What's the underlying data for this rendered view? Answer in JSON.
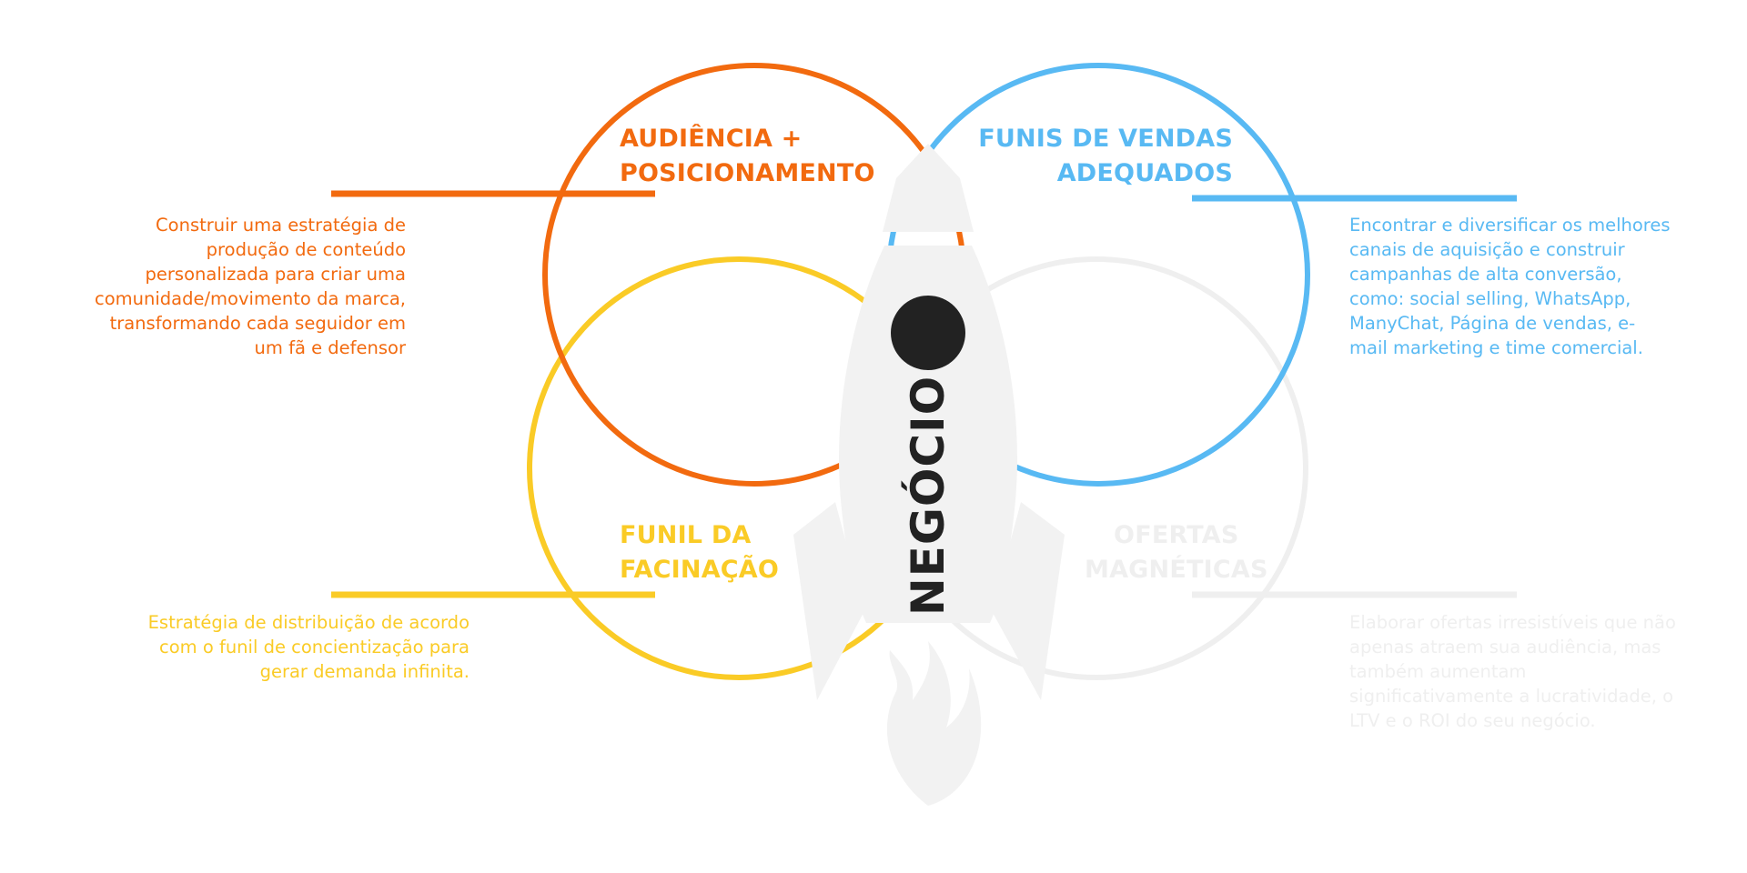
{
  "colors": {
    "orange": "#F26A0F",
    "blue": "#58B9F3",
    "yellow": "#FACB26",
    "light_gray": "#EFEFEF",
    "rocket_body": "#F2F2F2",
    "dark": "#222222"
  },
  "center_label": "NEGÓCIO",
  "sections": {
    "audiencia": {
      "title_lines": [
        "AUDIÊNCIA +",
        "POSICIONAMENTO"
      ],
      "description_lines": [
        "Construir uma estratégia de",
        "produção de conteúdo",
        "personalizada para criar uma",
        "comunidade/movimento da marca,",
        "transformando cada seguidor em",
        "um fã e defensor"
      ]
    },
    "funis": {
      "title_lines": [
        "FUNIS DE VENDAS",
        "ADEQUADOS"
      ],
      "description_lines": [
        "Encontrar e diversificar os melhores",
        "canais de aquisição e construir",
        "campanhas de alta conversão,",
        "como: social selling, WhatsApp,",
        "ManyChat, Página de vendas, e-",
        "mail marketing e time comercial."
      ]
    },
    "funil": {
      "title_lines": [
        "FUNIL DA",
        "FACINAÇÃO"
      ],
      "description_lines": [
        "Estratégia de distribuição de acordo",
        "com o funil de concientização para",
        "gerar demanda infinita."
      ]
    },
    "ofertas": {
      "title_lines": [
        "OFERTAS",
        "MAGNÉTICAS"
      ],
      "description_lines": [
        "Elaborar ofertas irresistíveis que não",
        "apenas atraem sua audiência, mas",
        "também aumentam",
        "significativamente a lucratividade, o",
        "LTV e o ROI do seu negócio."
      ]
    }
  }
}
